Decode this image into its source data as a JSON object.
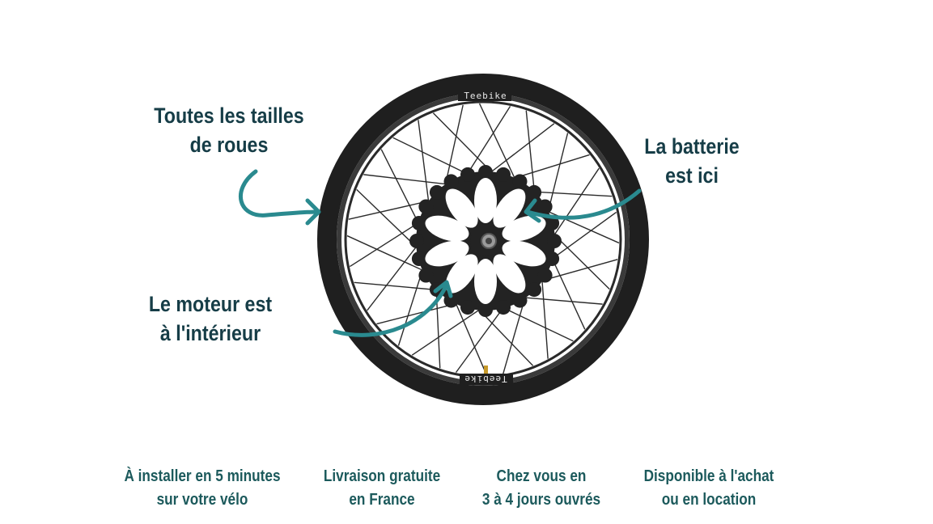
{
  "callouts": {
    "wheel_sizes": [
      "Toutes les tailles",
      "de roues"
    ],
    "battery": [
      "La batterie",
      "est ici"
    ],
    "motor": [
      "Le moteur est",
      "à l'intérieur"
    ]
  },
  "wheel": {
    "brand_top": "Teebike",
    "brand_bottom": "Teebike"
  },
  "features": [
    [
      "À installer en 5 minutes",
      "sur votre vélo"
    ],
    [
      "Livraison gratuite",
      "en France"
    ],
    [
      "Chez vous en",
      "3 à 4 jours ouvrés"
    ],
    [
      "Disponible à l'achat",
      "ou en location"
    ]
  ],
  "colors": {
    "heading": "#163d47",
    "feature_text": "#1c5a5c",
    "arrow": "#2a8a8f",
    "tire": "#1f1f1f",
    "hub": "#232323"
  },
  "icons": [
    "arrow-icon"
  ]
}
